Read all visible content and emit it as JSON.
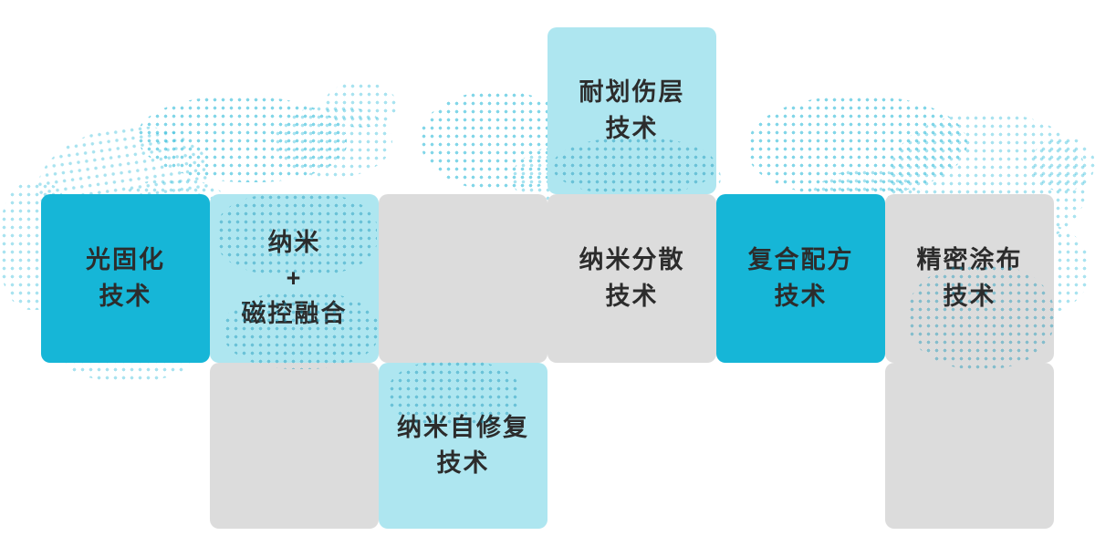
{
  "section": {
    "name": "core-technology-matrix"
  },
  "colors": {
    "tile_primary": "#16b6d7",
    "tile_light": "#aee6f0",
    "tile_gray": "#dcdcdc",
    "label_text": "#2c2c2c",
    "map_dots": "#1cb5d6",
    "background": "#ffffff"
  },
  "tiles": [
    {
      "id": "scratch-resistant-layer",
      "label": "耐划伤层\n技术",
      "variant": "light"
    },
    {
      "id": "uv-curing",
      "label": "光固化\n技术",
      "variant": "primary"
    },
    {
      "id": "nano-magnetron-fusion",
      "label": "纳米\n+\n磁控融合",
      "variant": "light"
    },
    {
      "id": "blank-middle",
      "label": "",
      "variant": "gray"
    },
    {
      "id": "nano-dispersion",
      "label": "纳米分散\n技术",
      "variant": "gray"
    },
    {
      "id": "composite-formula",
      "label": "复合配方\n技术",
      "variant": "primary"
    },
    {
      "id": "precision-coating",
      "label": "精密涂布\n技术",
      "variant": "gray"
    },
    {
      "id": "blank-bottom-left",
      "label": "",
      "variant": "gray"
    },
    {
      "id": "nano-self-healing",
      "label": "纳米自修复\n技术",
      "variant": "light"
    },
    {
      "id": "blank-bottom-right",
      "label": "",
      "variant": "gray"
    }
  ]
}
